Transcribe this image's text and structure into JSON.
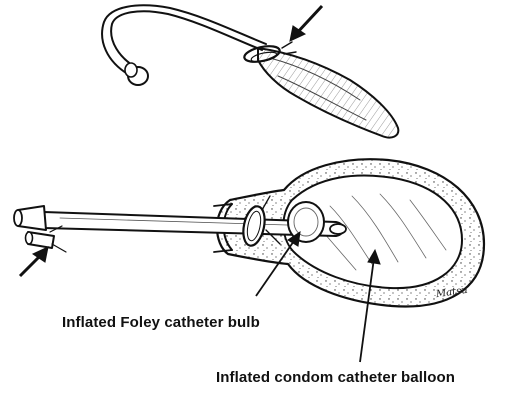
{
  "labels": {
    "bulb": "Inflated  Foley catheter bulb",
    "balloon": "Inflated condom catheter balloon",
    "signature": "Matsu"
  },
  "colors": {
    "ink": "#111111",
    "background": "#ffffff"
  }
}
